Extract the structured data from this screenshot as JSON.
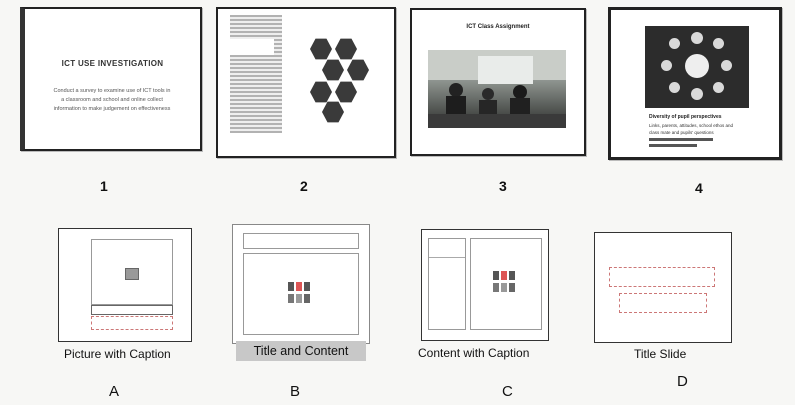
{
  "slides": [
    {
      "number": "1",
      "title": "ICT USE INVESTIGATION",
      "body": "Conduct a survey to examine use of ICT tools in a classroom and school and online collect information to make judgement on effectiveness"
    },
    {
      "number": "2",
      "hex_labels": [
        "",
        "",
        "",
        "",
        "",
        "",
        ""
      ]
    },
    {
      "number": "3",
      "title": "ICT Class Assignment"
    },
    {
      "number": "4",
      "caption_title": "Diversity of pupil perspectives",
      "caption_lines": [
        "Links, parents, attitudes, school ethos and",
        "class mate and pupils' questions"
      ]
    }
  ],
  "layouts": [
    {
      "letter": "A",
      "caption": "Picture with Caption",
      "selected": false
    },
    {
      "letter": "B",
      "caption": "Title and Content",
      "selected": true
    },
    {
      "letter": "C",
      "caption": "Content with Caption",
      "selected": false
    },
    {
      "letter": "D",
      "caption": "Title Slide",
      "selected": false
    }
  ],
  "colors": {
    "selected_caption_bg": "#c8c8c8",
    "slide_border": "#222222"
  }
}
